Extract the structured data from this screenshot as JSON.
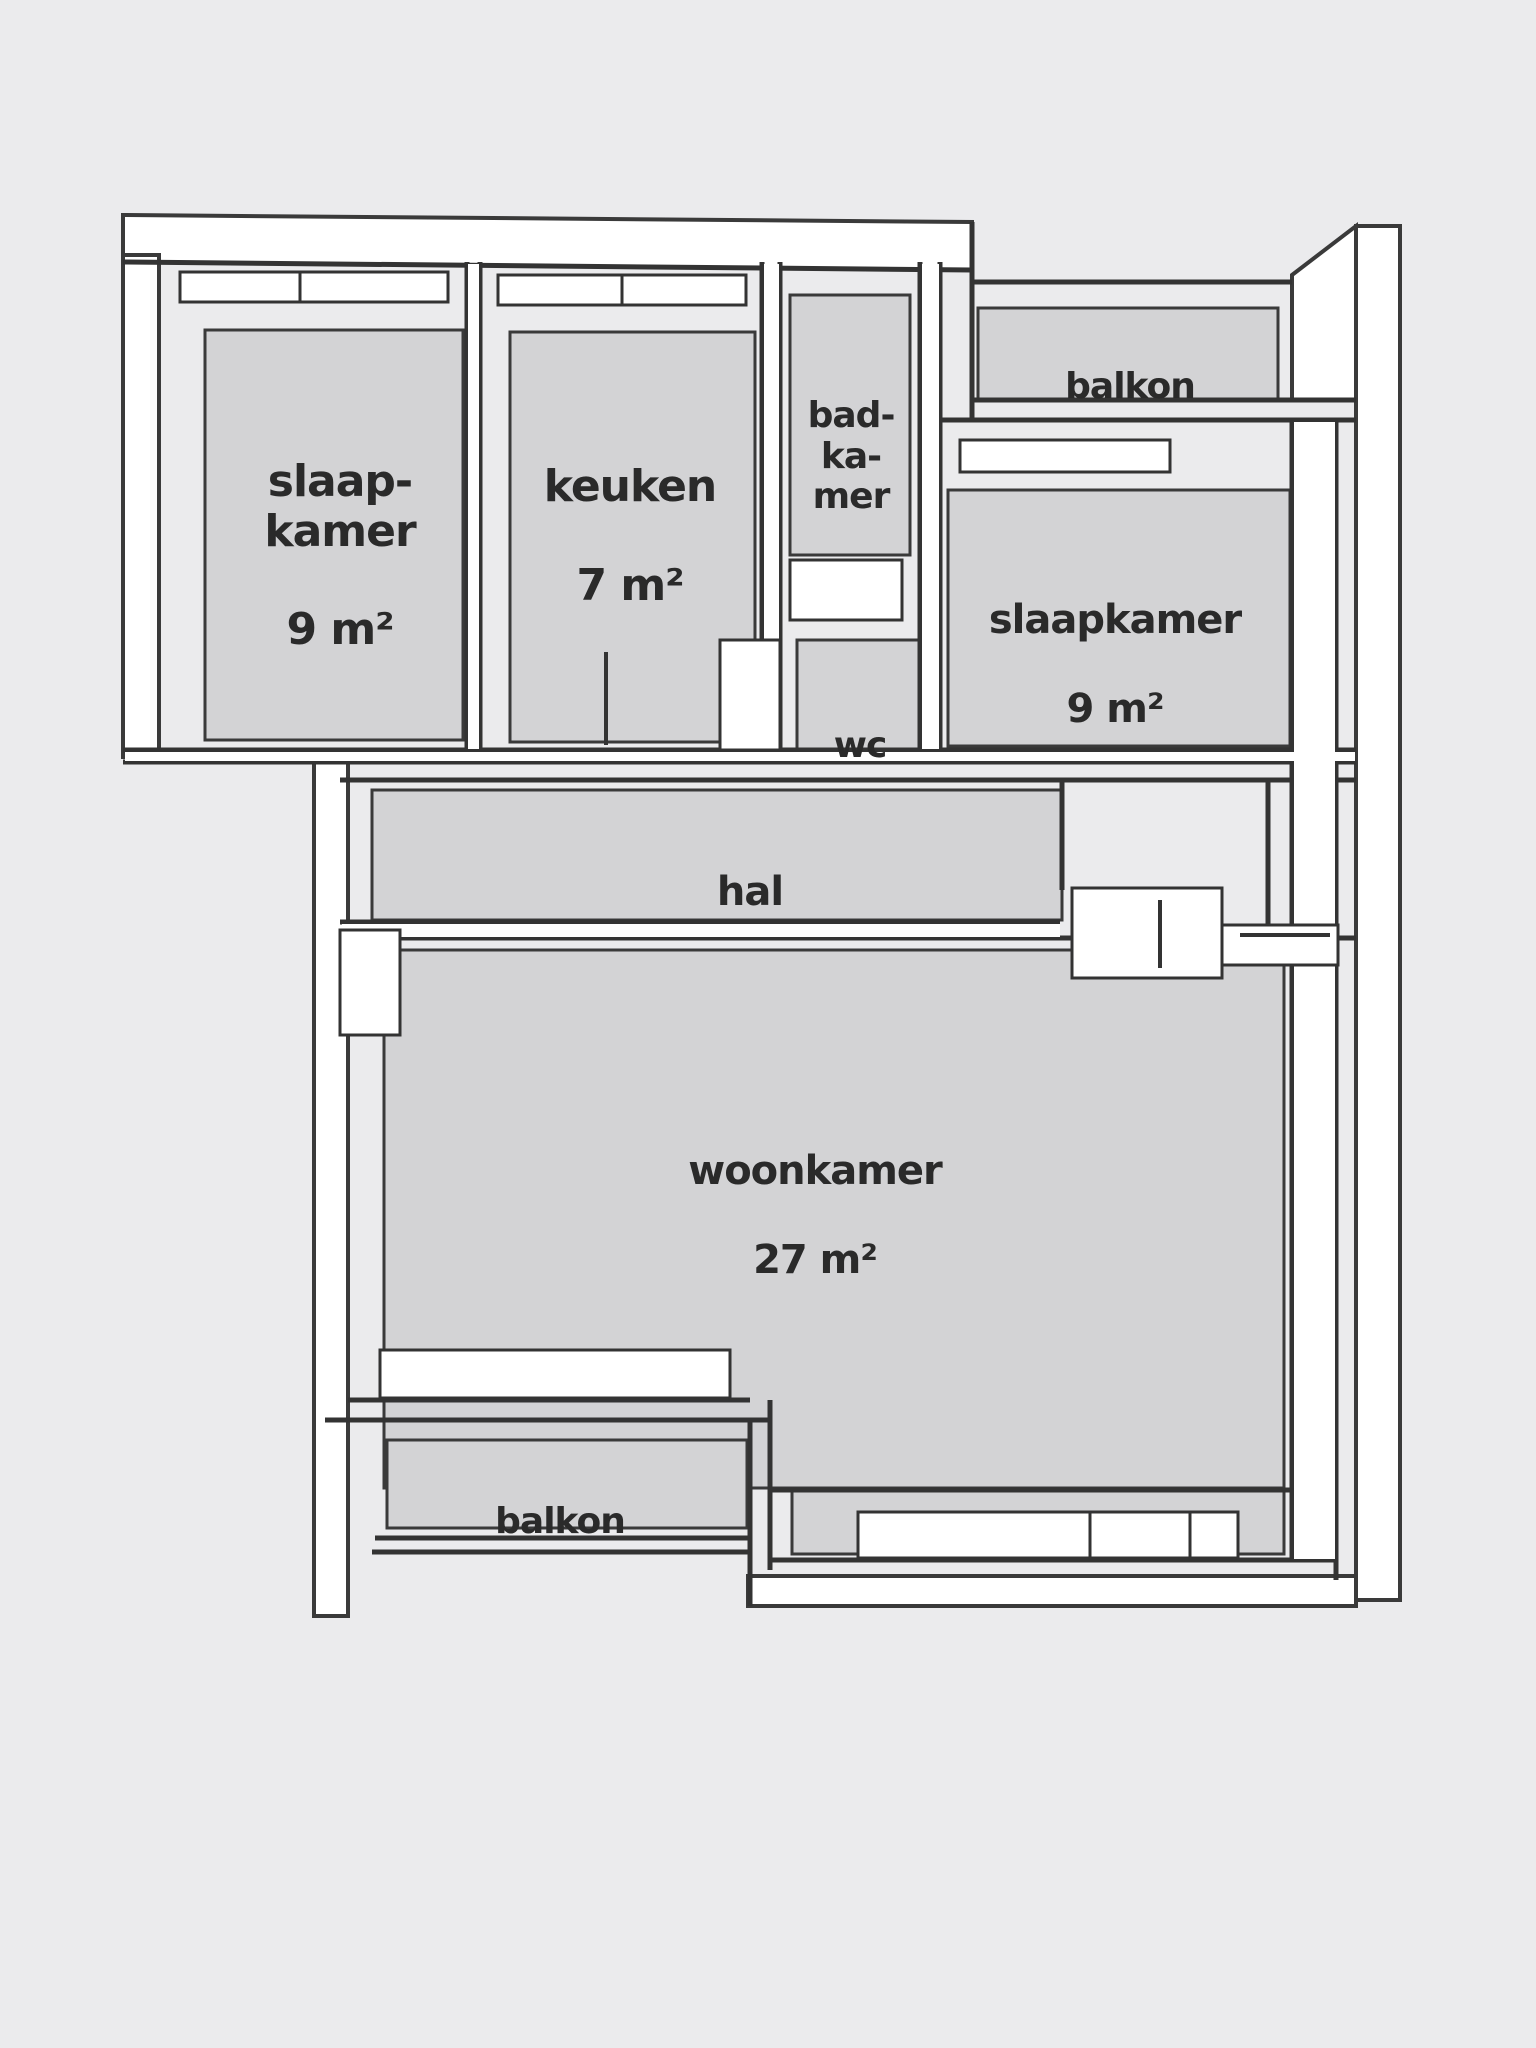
{
  "plan": {
    "rooms": {
      "bedroom_left": {
        "name": "slaap-\nkamer",
        "area": "9 m²"
      },
      "kitchen": {
        "name": "keuken",
        "area": "7 m²"
      },
      "bathroom": {
        "name": "bad-\nka-\nmer"
      },
      "balcony_top": {
        "name": "balkon"
      },
      "bedroom_right": {
        "name": "slaapkamer",
        "area": "9 m²"
      },
      "toilet": {
        "name": "wc"
      },
      "hall": {
        "name": "hal"
      },
      "living_room": {
        "name": "woonkamer",
        "area": "27 m²"
      },
      "balcony_bottom": {
        "name": "balkon"
      }
    }
  }
}
